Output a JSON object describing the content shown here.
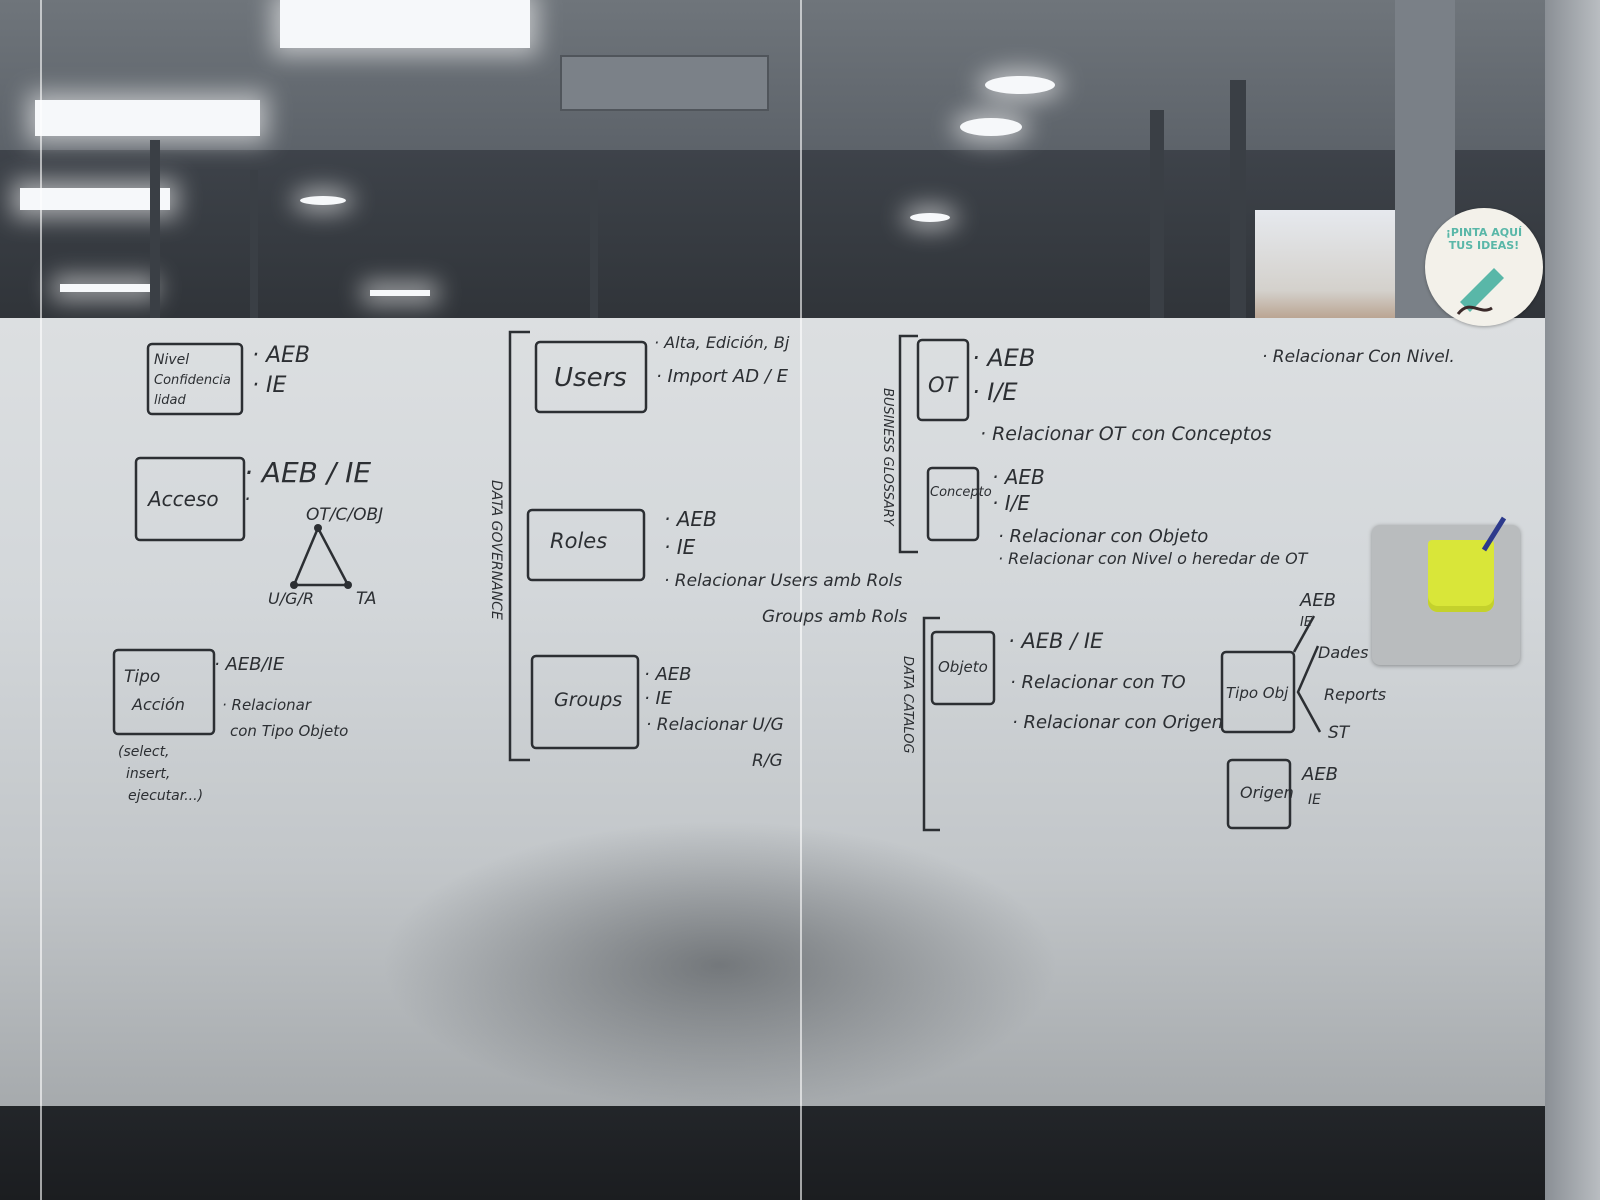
{
  "sticker": {
    "line1": "¡PINTA AQUÍ",
    "line2": "TUS IDEAS!"
  },
  "left_panel": {
    "nivel_box": [
      "Nivel",
      "Confidencia",
      "lidad"
    ],
    "nivel_items": [
      "· AEB",
      "· IE"
    ],
    "acceso_box": "Acceso",
    "acceso_items": [
      "· AEB / IE",
      "·"
    ],
    "triangle": {
      "top": "OT/C/OBJ",
      "left": "U/G/R",
      "right": "TA"
    },
    "tipo_box": [
      "Tipo",
      "Acción"
    ],
    "tipo_items": [
      "· AEB/IE",
      "· Relacionar",
      "con Tipo Objeto"
    ],
    "tipo_note": [
      "(select,",
      "insert,",
      "ejecutar...)"
    ]
  },
  "governance": {
    "bracket_label": "DATA GOVERNANCE",
    "users_box": "Users",
    "users_items": [
      "· Alta, Edición, Bj",
      "· Import AD / E"
    ],
    "roles_box": "Roles",
    "roles_items": [
      "· AEB",
      "· IE",
      "· Relacionar Users amb Rols",
      "Groups amb Rols"
    ],
    "groups_box": "Groups",
    "groups_items": [
      "· AEB",
      "· IE",
      "· Relacionar U/G",
      "R/G"
    ]
  },
  "business_glossary": {
    "bracket_label": "BUSINESS GLOSSARY",
    "ot_box": "OT",
    "ot_items": [
      "· AEB",
      "· I/E",
      "· Relacionar OT con Conceptos"
    ],
    "concepto_box": "Concepto",
    "concepto_items": [
      "· AEB",
      "· I/E",
      "· Relacionar con Objeto",
      "· Relacionar con Nivel o heredar de OT"
    ],
    "top_right_note": "· Relacionar Con Nivel."
  },
  "data_catalog": {
    "bracket_label": "DATA CATALOG",
    "objeto_box": "Objeto",
    "objeto_items": [
      "· AEB / IE",
      "· Relacionar con TO",
      "· Relacionar con Origen"
    ],
    "tipo_obj_box": "Tipo Obj",
    "tipo_obj_items": [
      "AEB",
      "IE",
      "Dades",
      "Reports",
      "ST"
    ],
    "origen_box": "Origen",
    "origen_items": [
      "AEB",
      "IE"
    ]
  }
}
